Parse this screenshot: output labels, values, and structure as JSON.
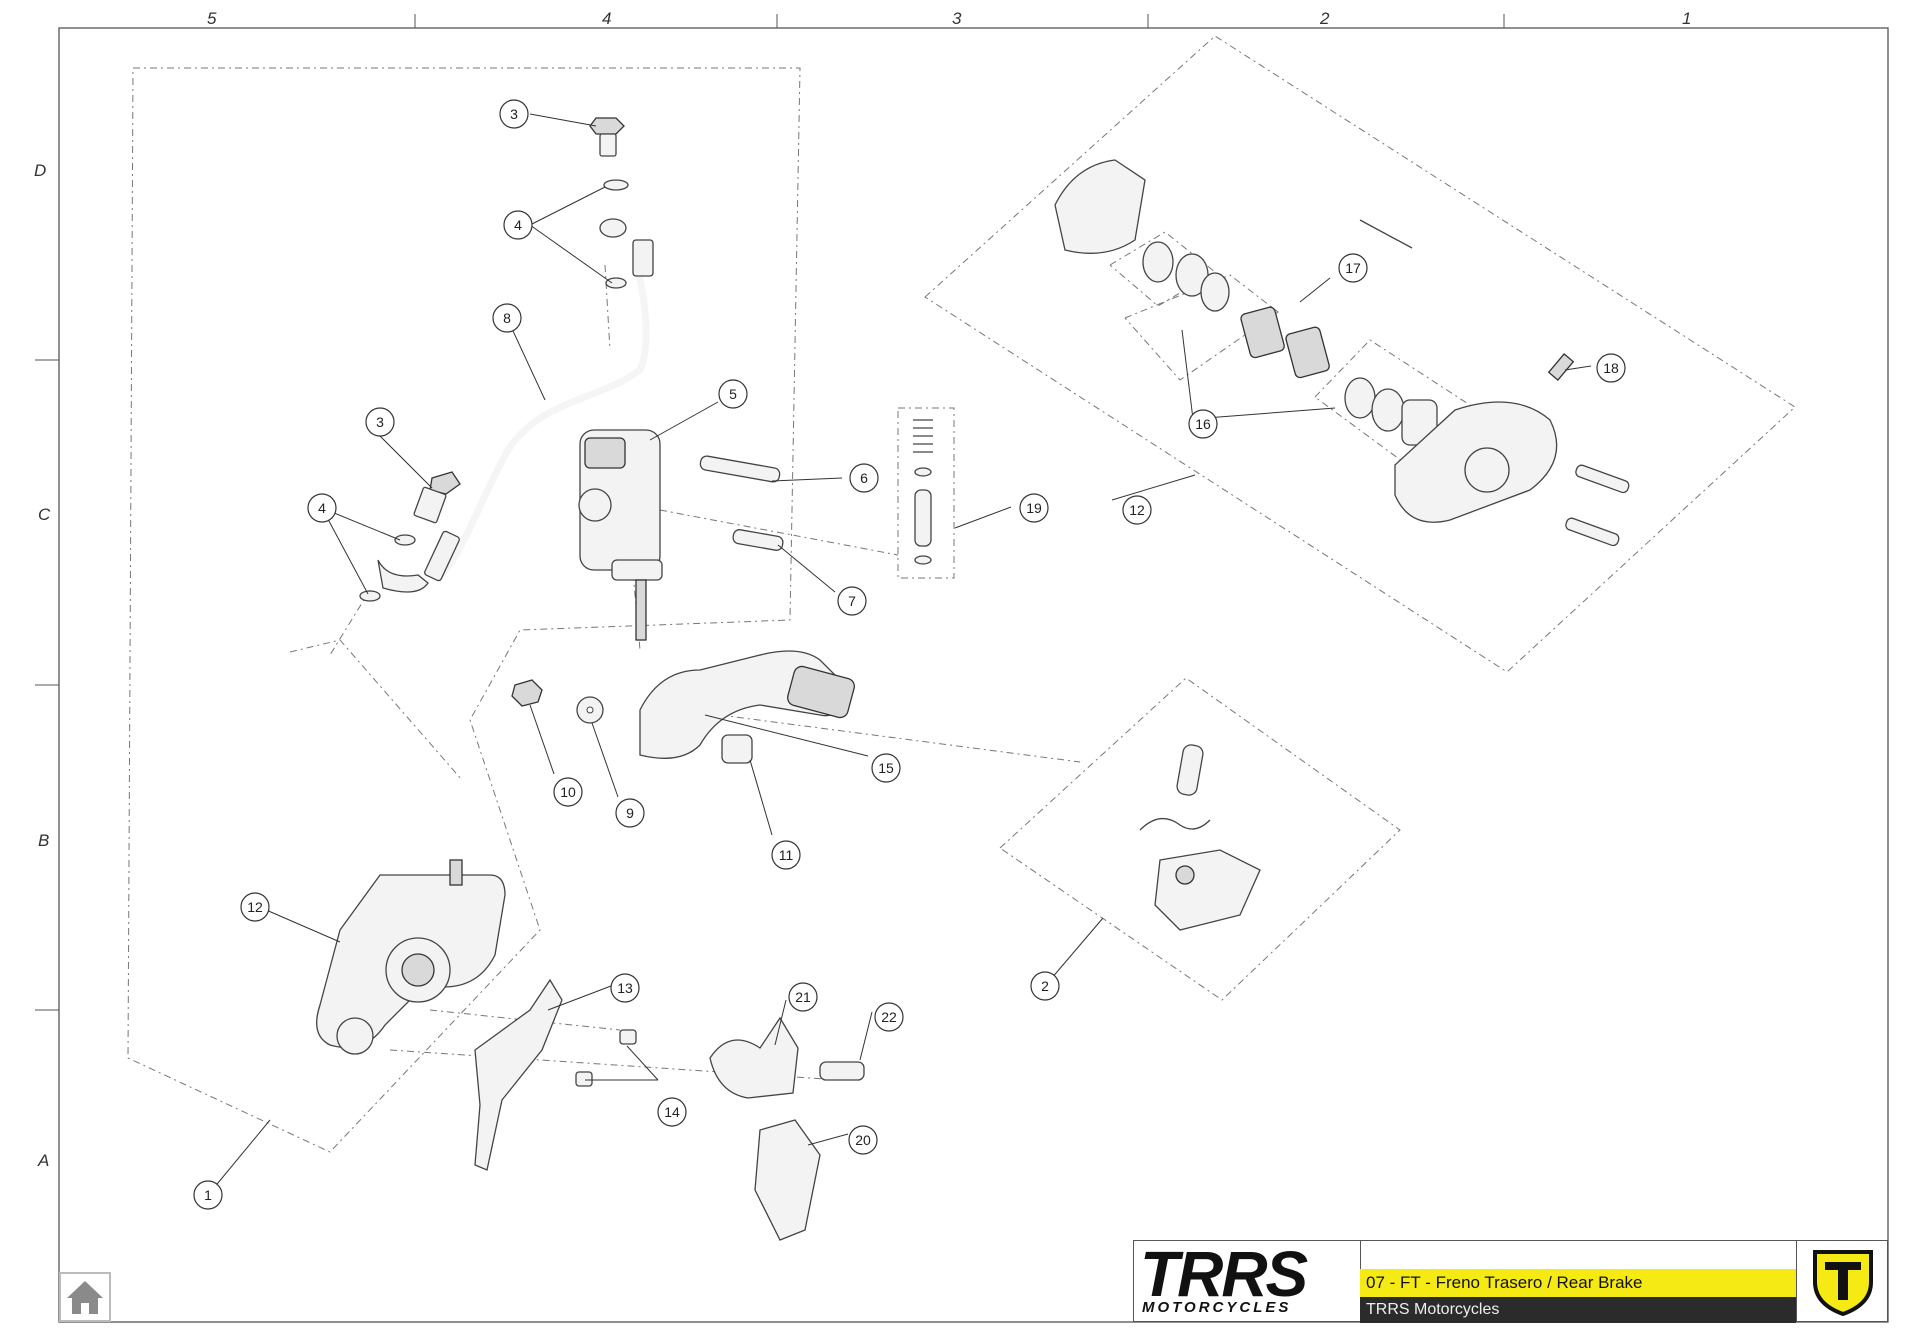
{
  "zones": {
    "columns": [
      "5",
      "4",
      "3",
      "2",
      "1"
    ],
    "rows": [
      "D",
      "C",
      "B",
      "A"
    ]
  },
  "callouts": [
    "1",
    "2",
    "3",
    "3",
    "4",
    "4",
    "5",
    "6",
    "7",
    "8",
    "9",
    "10",
    "11",
    "12",
    "12",
    "13",
    "14",
    "15",
    "16",
    "17",
    "18",
    "19",
    "20",
    "21",
    "22"
  ],
  "title_block": {
    "brand": "TRRS",
    "brand_sub": "MOTORCYCLES",
    "title": "07 - FT - Freno Trasero / Rear Brake",
    "company": "TRRS Motorcycles"
  },
  "colors": {
    "title_bar": "#f5ea14",
    "company_bar": "#2b2b2b",
    "logo_accent": "#f5ea14"
  },
  "icons": {
    "home": "home-icon",
    "logo": "trrs-shield-logo-icon"
  }
}
